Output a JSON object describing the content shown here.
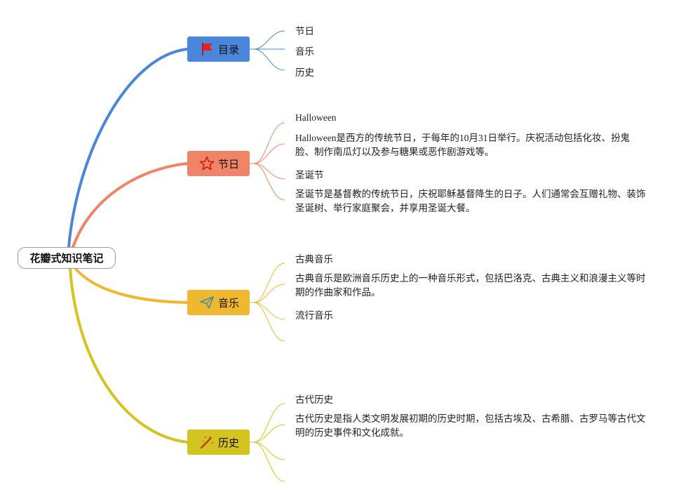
{
  "root": {
    "label": "花瓣式知识笔记"
  },
  "branches": [
    {
      "label": "目录",
      "color": "#4a86d9",
      "icon": "flag-icon",
      "leaves": [
        {
          "text": "节日"
        },
        {
          "text": "音乐"
        },
        {
          "text": "历史"
        }
      ]
    },
    {
      "label": "节日",
      "color": "#ef8466",
      "icon": "star-icon",
      "leaves": [
        {
          "text": "Halloween"
        },
        {
          "text": "Halloween是西方的传统节日，于每年的10月31日举行。庆祝活动包括化妆、扮鬼脸、制作南瓜灯以及参与糖果或恶作剧游戏等。"
        },
        {
          "text": "圣诞节"
        },
        {
          "text": "圣诞节是基督教的传统节日，庆祝耶稣基督降生的日子。人们通常会互赠礼物、装饰圣诞树、举行家庭聚会，并享用圣诞大餐。"
        }
      ]
    },
    {
      "label": "音乐",
      "color": "#efb82e",
      "icon": "paper-plane-icon",
      "leaves": [
        {
          "text": "古典音乐"
        },
        {
          "text": "古典音乐是欧洲音乐历史上的一种音乐形式，包括巴洛克、古典主义和浪漫主义等时期的作曲家和作品。"
        },
        {
          "text": "流行音乐"
        },
        {
          "text": ""
        }
      ]
    },
    {
      "label": "历史",
      "color": "#d4c41f",
      "icon": "magic-wand-icon",
      "leaves": [
        {
          "text": "古代历史"
        },
        {
          "text": "古代历史是指人类文明发展初期的历史时期，包括古埃及、古希腊、古罗马等古代文明的历史事件和文化成就。"
        },
        {
          "text": ""
        },
        {
          "text": ""
        }
      ]
    }
  ]
}
